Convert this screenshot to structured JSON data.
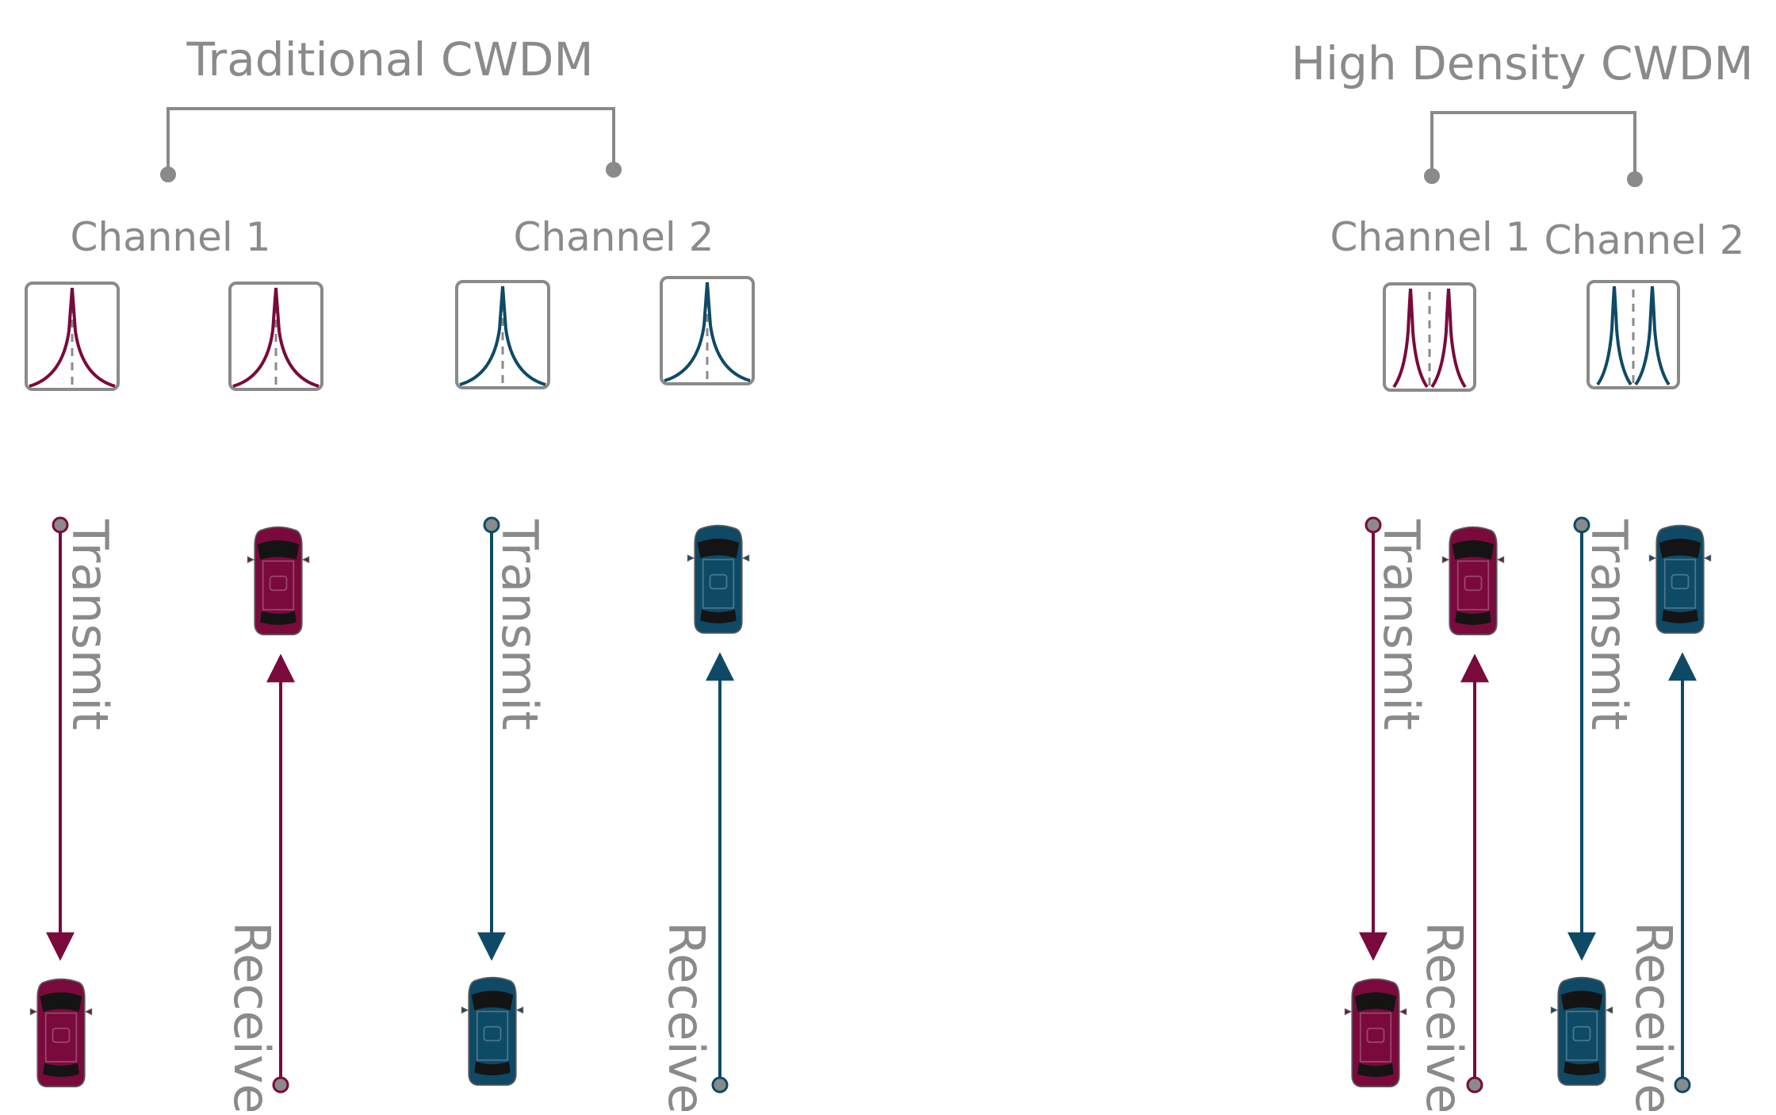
{
  "colors": {
    "channel1": "#7a0a3c",
    "channel2": "#0e4a66",
    "gray": "#8a8a8a"
  },
  "traditional": {
    "title": "Traditional CWDM",
    "channel1_label": "Channel 1",
    "channel2_label": "Channel 2",
    "transmit_label": "Transmit",
    "receive_label": "Receive"
  },
  "high_density": {
    "title": "High Density CWDM",
    "channel1_label": "Channel 1",
    "channel2_label": "Channel 2",
    "transmit_label": "Transmit",
    "receive_label": "Receive"
  },
  "icons": {
    "spectrum": "spectrum-peak-icon",
    "car": "car-top-view-icon"
  }
}
